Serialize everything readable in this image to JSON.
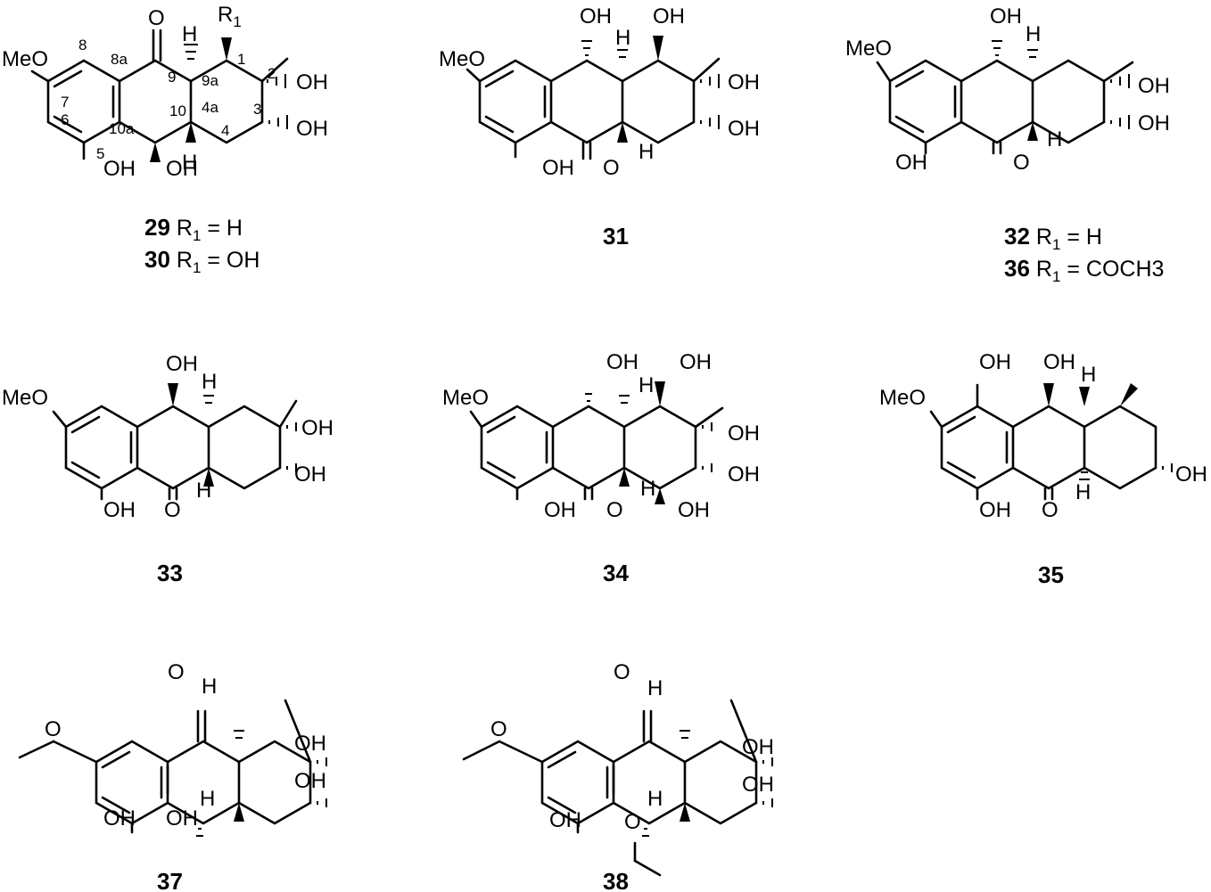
{
  "labels": {
    "meo": "MeO",
    "oh": "OH",
    "h": "H",
    "o": "O",
    "r": "R",
    "r_sub": "1"
  },
  "locants": [
    "1",
    "2",
    "3",
    "4",
    "4a",
    "5",
    "6",
    "7",
    "8",
    "8a",
    "9",
    "9a",
    "10",
    "10a"
  ],
  "compounds": [
    {
      "num": "29",
      "rest": "= H"
    },
    {
      "num": "30",
      "rest": "= OH"
    },
    {
      "num": "31"
    },
    {
      "num": "32",
      "rest": "= H"
    },
    {
      "num": "36",
      "rest": "= COCH3"
    },
    {
      "num": "33"
    },
    {
      "num": "34"
    },
    {
      "num": "35"
    },
    {
      "num": "37"
    },
    {
      "num": "38"
    }
  ]
}
